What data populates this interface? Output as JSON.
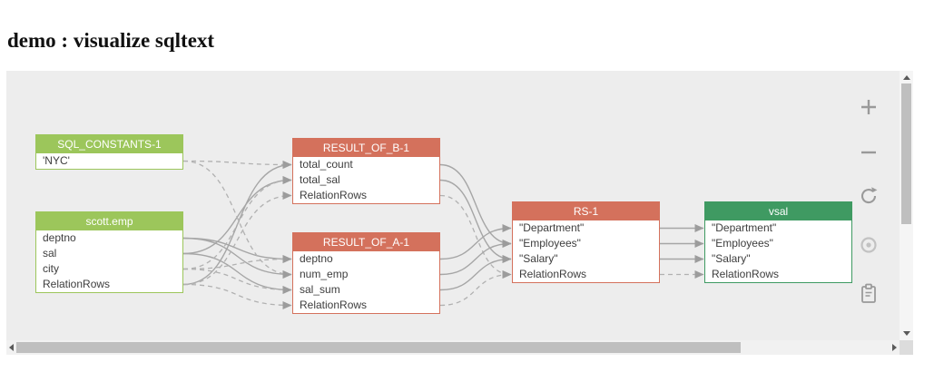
{
  "page": {
    "title": "demo : visualize sqltext"
  },
  "diagram": {
    "nodes": [
      {
        "id": "sql-constants-1",
        "title": "SQL_CONSTANTS-1",
        "theme": "lime",
        "rows": [
          "'NYC'"
        ]
      },
      {
        "id": "scott-emp",
        "title": "scott.emp",
        "theme": "lime",
        "rows": [
          "deptno",
          "sal",
          "city",
          "RelationRows"
        ]
      },
      {
        "id": "result-of-b-1",
        "title": "RESULT_OF_B-1",
        "theme": "salmon",
        "rows": [
          "total_count",
          "total_sal",
          "RelationRows"
        ]
      },
      {
        "id": "result-of-a-1",
        "title": "RESULT_OF_A-1",
        "theme": "salmon",
        "rows": [
          "deptno",
          "num_emp",
          "sal_sum",
          "RelationRows"
        ]
      },
      {
        "id": "rs-1",
        "title": "RS-1",
        "theme": "salmon",
        "rows": [
          "\"Department\"",
          "\"Employees\"",
          "\"Salary\"",
          "RelationRows"
        ]
      },
      {
        "id": "vsal",
        "title": "vsal",
        "theme": "green",
        "rows": [
          "\"Department\"",
          "\"Employees\"",
          "\"Salary\"",
          "RelationRows"
        ]
      }
    ],
    "edges": [
      {
        "from": [
          1,
          0
        ],
        "to": [
          3,
          0
        ],
        "style": "solid"
      },
      {
        "from": [
          1,
          0
        ],
        "to": [
          3,
          1
        ],
        "style": "solid"
      },
      {
        "from": [
          1,
          1
        ],
        "to": [
          3,
          2
        ],
        "style": "solid"
      },
      {
        "from": [
          1,
          1
        ],
        "to": [
          2,
          1
        ],
        "style": "solid"
      },
      {
        "from": [
          1,
          3
        ],
        "to": [
          2,
          0
        ],
        "style": "solid"
      },
      {
        "from": [
          0,
          0
        ],
        "to": [
          2,
          0
        ],
        "style": "dashed"
      },
      {
        "from": [
          0,
          0
        ],
        "to": [
          3,
          1
        ],
        "style": "dashed"
      },
      {
        "from": [
          1,
          2
        ],
        "to": [
          2,
          1
        ],
        "style": "dashed"
      },
      {
        "from": [
          1,
          2
        ],
        "to": [
          3,
          2
        ],
        "style": "dashed"
      },
      {
        "from": [
          1,
          3
        ],
        "to": [
          2,
          2
        ],
        "style": "dashed"
      },
      {
        "from": [
          1,
          3
        ],
        "to": [
          3,
          3
        ],
        "style": "dashed"
      },
      {
        "from": [
          1,
          2
        ],
        "to": [
          3,
          0
        ],
        "style": "dashed"
      },
      {
        "from": [
          2,
          0
        ],
        "to": [
          4,
          1
        ],
        "style": "solid"
      },
      {
        "from": [
          2,
          1
        ],
        "to": [
          4,
          2
        ],
        "style": "solid"
      },
      {
        "from": [
          2,
          2
        ],
        "to": [
          4,
          3
        ],
        "style": "dashed"
      },
      {
        "from": [
          3,
          0
        ],
        "to": [
          4,
          0
        ],
        "style": "solid"
      },
      {
        "from": [
          3,
          1
        ],
        "to": [
          4,
          1
        ],
        "style": "solid"
      },
      {
        "from": [
          3,
          2
        ],
        "to": [
          4,
          2
        ],
        "style": "solid"
      },
      {
        "from": [
          3,
          3
        ],
        "to": [
          4,
          3
        ],
        "style": "dashed"
      },
      {
        "from": [
          4,
          0
        ],
        "to": [
          5,
          0
        ],
        "style": "solid"
      },
      {
        "from": [
          4,
          1
        ],
        "to": [
          5,
          1
        ],
        "style": "solid"
      },
      {
        "from": [
          4,
          2
        ],
        "to": [
          5,
          2
        ],
        "style": "solid"
      },
      {
        "from": [
          4,
          3
        ],
        "to": [
          5,
          3
        ],
        "style": "dashed"
      }
    ],
    "colors": {
      "lime": "#9cc65b",
      "salmon": "#d4715c",
      "green": "#3f9a62",
      "edge": "#a6a6a6",
      "canvas_background": "#ededed"
    }
  },
  "controls": [
    {
      "name": "zoom-in",
      "icon": "plus-icon"
    },
    {
      "name": "zoom-out",
      "icon": "minus-icon"
    },
    {
      "name": "refresh",
      "icon": "refresh-icon"
    },
    {
      "name": "locate",
      "icon": "locate-icon"
    },
    {
      "name": "copy",
      "icon": "clipboard-icon"
    }
  ]
}
